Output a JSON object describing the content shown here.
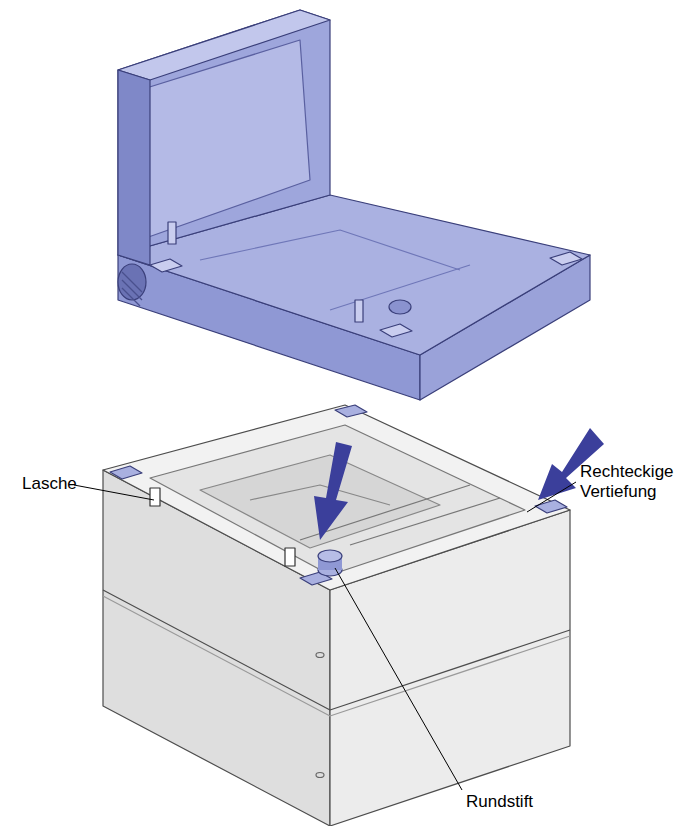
{
  "diagram": {
    "labels": [
      "Lasche",
      "Rechteckige Vertiefung",
      "Rundstift"
    ]
  }
}
